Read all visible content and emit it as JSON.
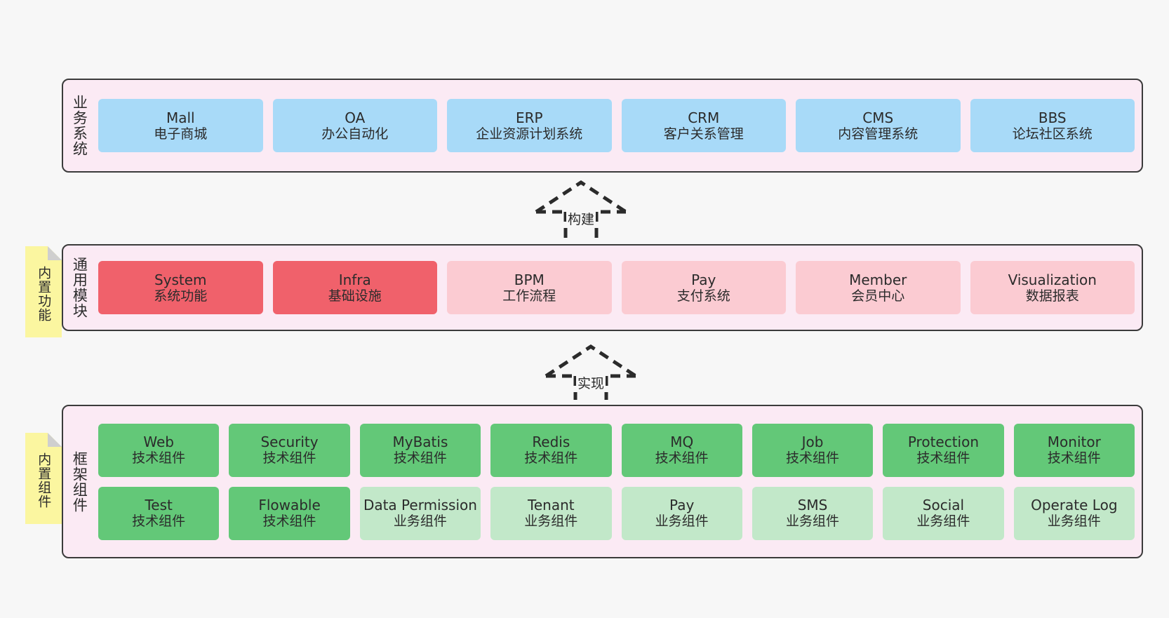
{
  "canvas": {
    "background": "#f7f7f7",
    "panel_fill": "#fbeaf4",
    "panel_stroke": "#3b3b3b",
    "note_fill": "#fbf6a0",
    "note_fold": "#cfcfcf",
    "colors": {
      "blue": "#a8daf8",
      "red": "#f0616b",
      "pink": "#fbcbd2",
      "green": "#63c878",
      "light_green": "#c2e8c9"
    }
  },
  "layers": {
    "business": {
      "label": "业务系统",
      "cards": [
        {
          "en": "Mall",
          "cn": "电子商城",
          "color": "blue"
        },
        {
          "en": "OA",
          "cn": "办公自动化",
          "color": "blue"
        },
        {
          "en": "ERP",
          "cn": "企业资源计划系统",
          "color": "blue"
        },
        {
          "en": "CRM",
          "cn": "客户关系管理",
          "color": "blue"
        },
        {
          "en": "CMS",
          "cn": "内容管理系统",
          "color": "blue"
        },
        {
          "en": "BBS",
          "cn": "论坛社区系统",
          "color": "blue"
        }
      ]
    },
    "common": {
      "label": "通用模块",
      "note": "内置功能",
      "cards": [
        {
          "en": "System",
          "cn": "系统功能",
          "color": "red"
        },
        {
          "en": "Infra",
          "cn": "基础设施",
          "color": "red"
        },
        {
          "en": "BPM",
          "cn": "工作流程",
          "color": "pink"
        },
        {
          "en": "Pay",
          "cn": "支付系统",
          "color": "pink"
        },
        {
          "en": "Member",
          "cn": "会员中心",
          "color": "pink"
        },
        {
          "en": "Visualization",
          "cn": "数据报表",
          "color": "pink"
        }
      ]
    },
    "framework": {
      "label": "框架组件",
      "note": "内置组件",
      "row1": [
        {
          "en": "Web",
          "cn": "技术组件",
          "color": "green"
        },
        {
          "en": "Security",
          "cn": "技术组件",
          "color": "green"
        },
        {
          "en": "MyBatis",
          "cn": "技术组件",
          "color": "green"
        },
        {
          "en": "Redis",
          "cn": "技术组件",
          "color": "green"
        },
        {
          "en": "MQ",
          "cn": "技术组件",
          "color": "green"
        },
        {
          "en": "Job",
          "cn": "技术组件",
          "color": "green"
        },
        {
          "en": "Protection",
          "cn": "技术组件",
          "color": "green"
        },
        {
          "en": "Monitor",
          "cn": "技术组件",
          "color": "green"
        }
      ],
      "row2": [
        {
          "en": "Test",
          "cn": "技术组件",
          "color": "green"
        },
        {
          "en": "Flowable",
          "cn": "技术组件",
          "color": "green"
        },
        {
          "en": "Data Permission",
          "cn": "业务组件",
          "color": "light_green"
        },
        {
          "en": "Tenant",
          "cn": "业务组件",
          "color": "light_green"
        },
        {
          "en": "Pay",
          "cn": "业务组件",
          "color": "light_green"
        },
        {
          "en": "SMS",
          "cn": "业务组件",
          "color": "light_green"
        },
        {
          "en": "Social",
          "cn": "业务组件",
          "color": "light_green"
        },
        {
          "en": "Operate Log",
          "cn": "业务组件",
          "color": "light_green"
        }
      ]
    }
  },
  "connectors": [
    {
      "name": "build",
      "label": "构建"
    },
    {
      "name": "implement",
      "label": "实现"
    }
  ]
}
